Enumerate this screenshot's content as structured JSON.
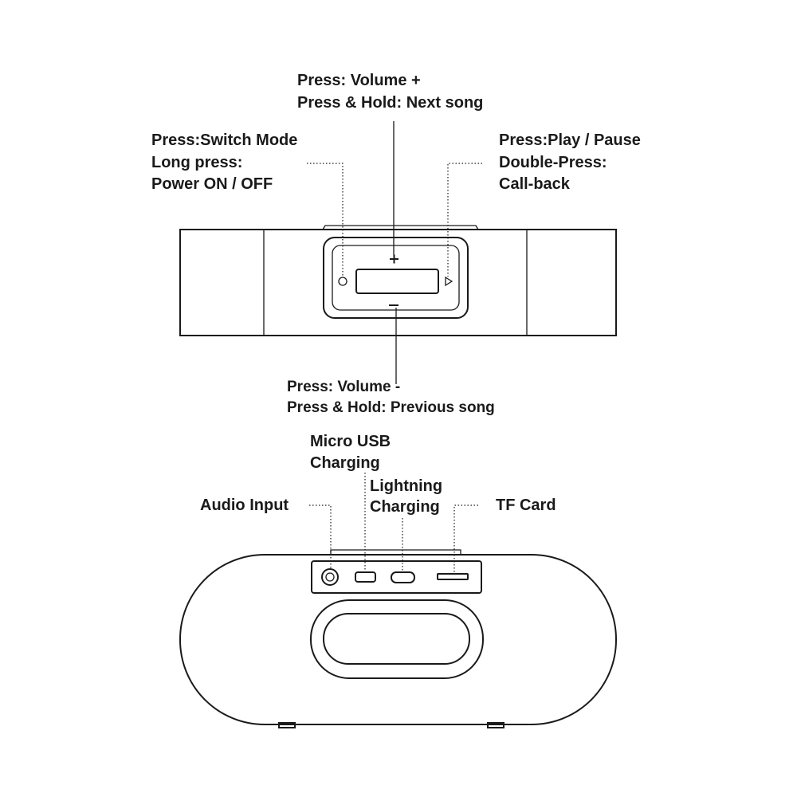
{
  "top_view": {
    "volume_up": {
      "line1": "Press: Volume +",
      "line2": "Press & Hold: Next song"
    },
    "mode_button": {
      "line1": "Press:Switch Mode",
      "line2": "Long press:",
      "line3": "Power ON / OFF"
    },
    "play_button": {
      "line1": "Press:Play / Pause",
      "line2": "Double-Press:",
      "line3": "Call-back"
    },
    "volume_down": {
      "line1": "Press: Volume -",
      "line2": "Press & Hold: Previous song"
    },
    "icons": [
      "plus-icon",
      "minus-icon",
      "circle-icon",
      "play-icon"
    ]
  },
  "back_view": {
    "micro_usb": {
      "line1": "Micro USB",
      "line2": "Charging"
    },
    "lightning": {
      "line1": "Lightning",
      "line2": "Charging"
    },
    "audio_input": "Audio Input",
    "tf_card": "TF Card"
  }
}
